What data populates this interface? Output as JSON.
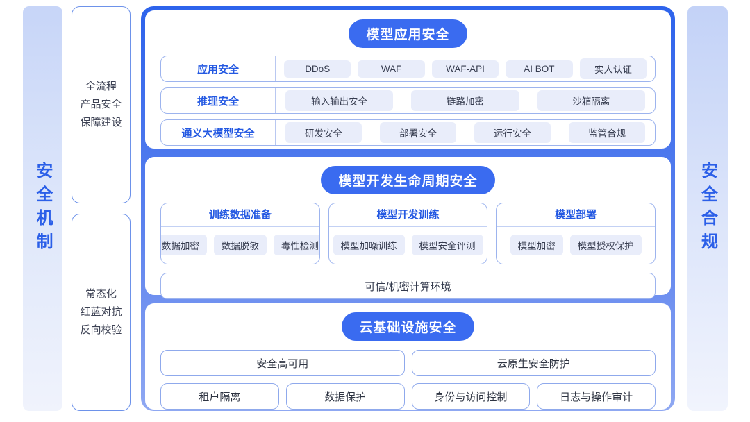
{
  "colors": {
    "badge_blue": "#3a6bf0",
    "container_gradient_top": "#2d63ec",
    "container_gradient_bottom": "#8fa8f2",
    "label_blue": "#2459e2",
    "pill_bg": "#e9edfa",
    "dark_text": "#333a4d",
    "thin_border_blue": "#9db4ee",
    "bar_gradient_top": "#c7d5f8"
  },
  "left_bar": {
    "label": "安全机制"
  },
  "right_bar": {
    "label": "安全合规"
  },
  "mechanism_boxes": [
    {
      "lines": [
        "全流程",
        "产品安全",
        "保障建设"
      ]
    },
    {
      "lines": [
        "常态化",
        "红蓝对抗",
        "反向校验"
      ]
    }
  ],
  "sections": [
    {
      "title": "模型应用安全",
      "rows": [
        {
          "label": "应用安全",
          "items": [
            "DDoS",
            "WAF",
            "WAF-API",
            "AI BOT",
            "实人认证"
          ]
        },
        {
          "label": "推理安全",
          "items": [
            "输入输出安全",
            "链路加密",
            "沙箱隔离"
          ]
        },
        {
          "label": "通义大模型安全",
          "items": [
            "研发安全",
            "部署安全",
            "运行安全",
            "监管合规"
          ]
        }
      ]
    },
    {
      "title": "模型开发生命周期安全",
      "cards": [
        {
          "title": "训练数据准备",
          "items": [
            "数据加密",
            "数据脱敏",
            "毒性检测"
          ]
        },
        {
          "title": "模型开发训练",
          "items": [
            "模型加噪训练",
            "模型安全评测"
          ]
        },
        {
          "title": "模型部署",
          "items": [
            "模型加密",
            "模型授权保护"
          ]
        }
      ],
      "footer": "可信/机密计算环境"
    },
    {
      "title": "云基础设施安全",
      "row1": [
        "安全高可用",
        "云原生安全防护"
      ],
      "row2": [
        "租户隔离",
        "数据保护",
        "身份与访问控制",
        "日志与操作审计"
      ]
    }
  ]
}
